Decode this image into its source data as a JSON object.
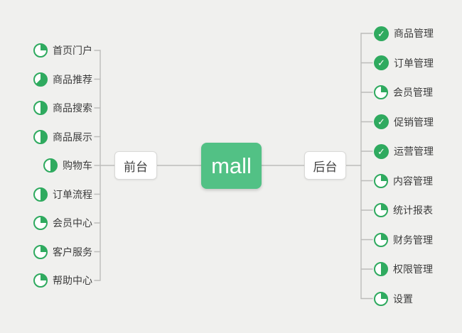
{
  "app": {
    "background": "#f0f0ee"
  },
  "colors": {
    "background": "#f0f0ee",
    "node_green": "#52c185",
    "icon_green": "#2faa5f",
    "line": "#bcbcba",
    "border": "#d9d9d7",
    "text": "#3c3c3c",
    "node_text": "#434343"
  },
  "root": {
    "label": "mall"
  },
  "branches": [
    {
      "id": "frontend",
      "label": "前台",
      "side": "left",
      "items": [
        {
          "label": "首页门户",
          "marker": "pie",
          "progress": 0.25
        },
        {
          "label": "商品推荐",
          "marker": "pie",
          "progress": 0.625
        },
        {
          "label": "商品搜索",
          "marker": "pie",
          "progress": 0.5
        },
        {
          "label": "商品展示",
          "marker": "pie",
          "progress": 0.5
        },
        {
          "label": "购物车",
          "marker": "pie",
          "progress": 0.5
        },
        {
          "label": "订单流程",
          "marker": "pie",
          "progress": 0.5
        },
        {
          "label": "会员中心",
          "marker": "pie",
          "progress": 0.25
        },
        {
          "label": "客户服务",
          "marker": "pie",
          "progress": 0.25
        },
        {
          "label": "帮助中心",
          "marker": "pie",
          "progress": 0.25
        }
      ]
    },
    {
      "id": "backend",
      "label": "后台",
      "side": "right",
      "items": [
        {
          "label": "商品管理",
          "marker": "check",
          "progress": 1
        },
        {
          "label": "订单管理",
          "marker": "check",
          "progress": 1
        },
        {
          "label": "会员管理",
          "marker": "pie",
          "progress": 0.25
        },
        {
          "label": "促销管理",
          "marker": "check",
          "progress": 1
        },
        {
          "label": "运营管理",
          "marker": "check",
          "progress": 1
        },
        {
          "label": "内容管理",
          "marker": "pie",
          "progress": 0.25
        },
        {
          "label": "统计报表",
          "marker": "pie",
          "progress": 0.25
        },
        {
          "label": "财务管理",
          "marker": "pie",
          "progress": 0.25
        },
        {
          "label": "权限管理",
          "marker": "pie",
          "progress": 0.5
        },
        {
          "label": "设置",
          "marker": "pie",
          "progress": 0.25
        }
      ]
    }
  ],
  "icons": {
    "done_glyph": "✓",
    "done_icon_name": "task-done-icon",
    "progress_icon_name": "task-progress-pie-icon"
  }
}
